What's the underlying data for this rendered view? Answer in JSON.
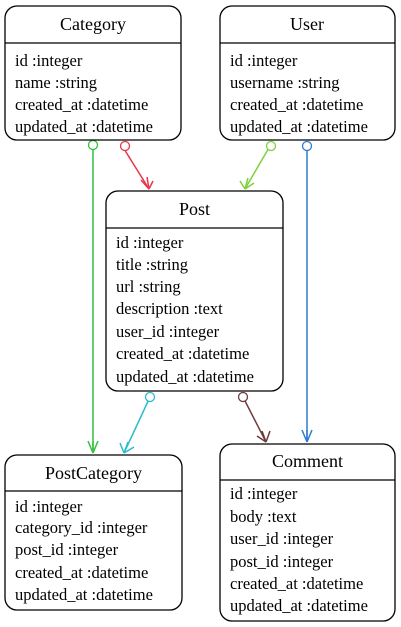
{
  "entities": {
    "category": {
      "name": "Category",
      "attributes": [
        "id :integer",
        "name :string",
        "created_at :datetime",
        "updated_at :datetime"
      ]
    },
    "user": {
      "name": "User",
      "attributes": [
        "id :integer",
        "username :string",
        "created_at :datetime",
        "updated_at :datetime"
      ]
    },
    "post": {
      "name": "Post",
      "attributes": [
        "id :integer",
        "title :string",
        "url :string",
        "description :text",
        "user_id :integer",
        "created_at :datetime",
        "updated_at :datetime"
      ]
    },
    "post_category": {
      "name": "PostCategory",
      "attributes": [
        "id :integer",
        "category_id :integer",
        "post_id :integer",
        "created_at :datetime",
        "updated_at :datetime"
      ]
    },
    "comment": {
      "name": "Comment",
      "attributes": [
        "id :integer",
        "body :text",
        "user_id :integer",
        "post_id :integer",
        "created_at :datetime",
        "updated_at :datetime"
      ]
    }
  },
  "relationships": [
    {
      "from": "Category",
      "to": "Post",
      "from_end": "zero",
      "to_end": "many",
      "color": "#e8374a"
    },
    {
      "from": "User",
      "to": "Post",
      "from_end": "zero",
      "to_end": "many",
      "color": "#7dd13b"
    },
    {
      "from": "Category",
      "to": "PostCategory",
      "from_end": "zero",
      "to_end": "many",
      "color": "#34c040"
    },
    {
      "from": "Post",
      "to": "PostCategory",
      "from_end": "zero",
      "to_end": "many",
      "color": "#2bbccc"
    },
    {
      "from": "Post",
      "to": "Comment",
      "from_end": "zero",
      "to_end": "many",
      "color": "#6e3b3b"
    },
    {
      "from": "User",
      "to": "Comment",
      "from_end": "zero",
      "to_end": "many",
      "color": "#2f7bd0"
    }
  ]
}
